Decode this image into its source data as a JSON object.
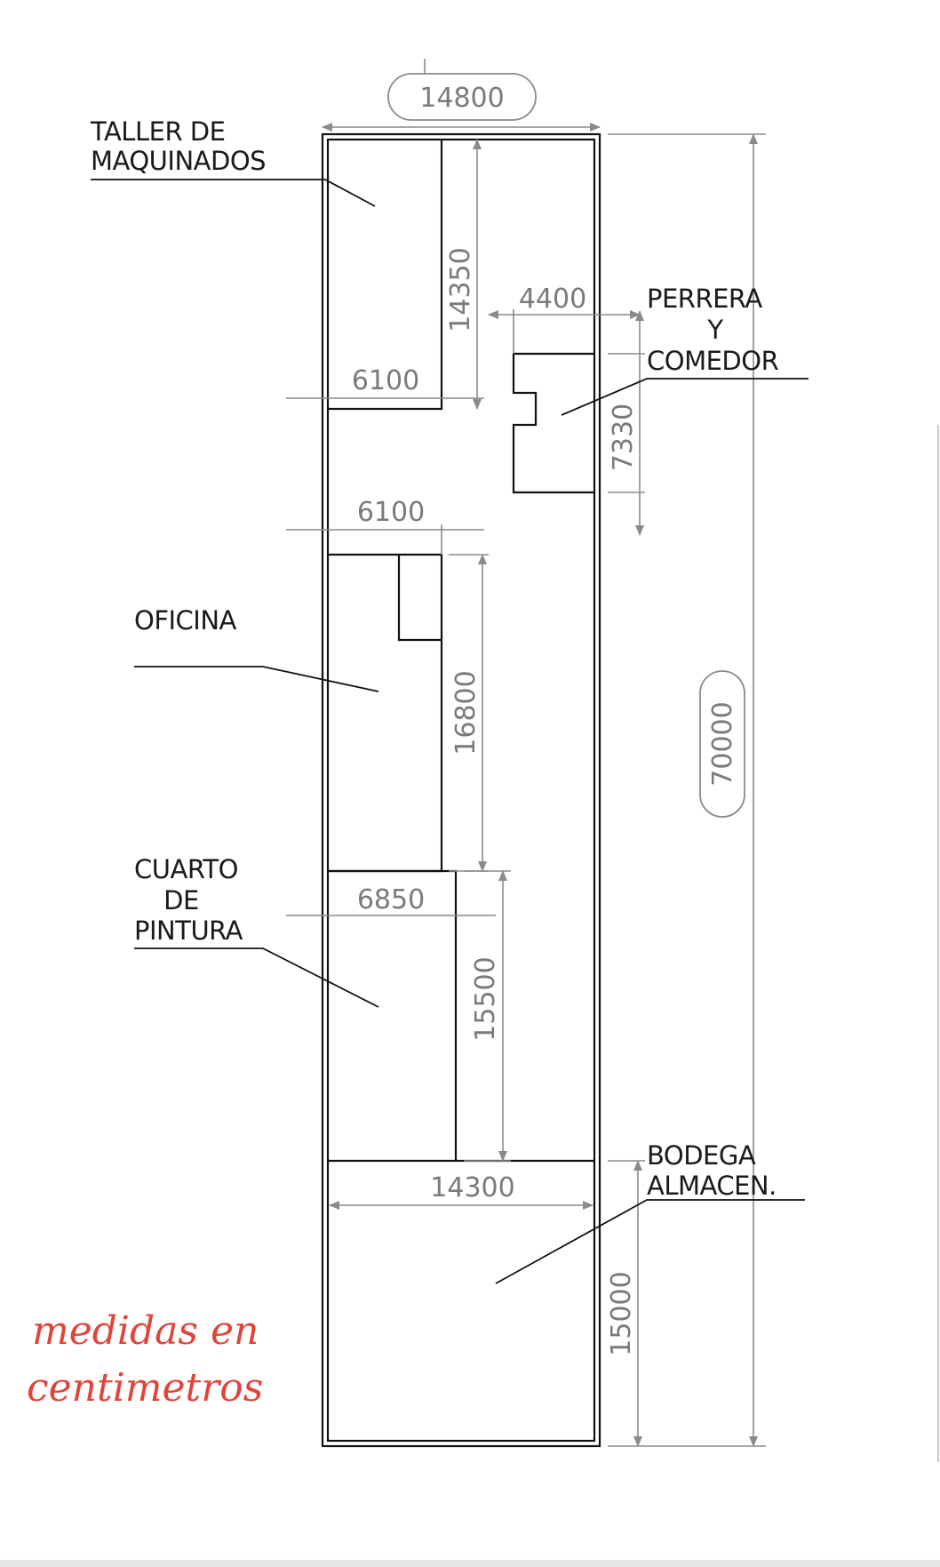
{
  "rooms": {
    "taller": {
      "line1": "TALLER DE",
      "line2": "MAQUINADOS"
    },
    "perrera": {
      "line1": "PERRERA",
      "line2": "Y",
      "line3": "COMEDOR"
    },
    "oficina": {
      "line1": "OFICINA"
    },
    "pintura": {
      "line1": "CUARTO",
      "line2": "DE",
      "line3": "PINTURA"
    },
    "bodega": {
      "line1": "BODEGA",
      "line2": "ALMACEN."
    }
  },
  "dimensions": {
    "total_width": "14800",
    "total_length": "70000",
    "taller_height": "14350",
    "taller_width": "6100",
    "perrera_width": "4400",
    "perrera_height": "7330",
    "oficina_width": "6100",
    "oficina_height": "16800",
    "pintura_width": "6850",
    "pintura_height": "15500",
    "bodega_width": "14300",
    "bodega_height": "15000"
  },
  "note": {
    "line1": "medidas en",
    "line2": "centimetros"
  },
  "colors": {
    "walls": "#111111",
    "dimensions": "#8a8a8a",
    "note": "#e0453a"
  }
}
